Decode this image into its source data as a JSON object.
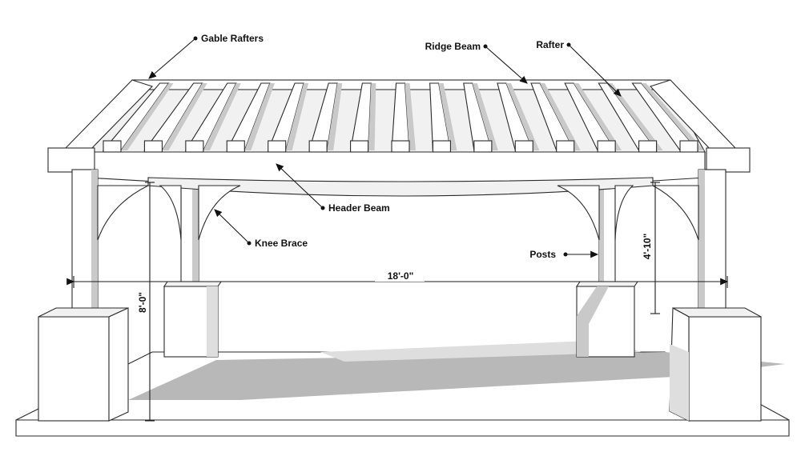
{
  "callouts": {
    "gable_rafters": "Gable Rafters",
    "ridge_beam": "Ridge Beam",
    "rafter": "Rafter",
    "header_beam": "Header Beam",
    "knee_brace": "Knee Brace",
    "posts": "Posts"
  },
  "dimensions": {
    "width": "18'-0\"",
    "height": "8'-0\"",
    "clearance": "4'-10\""
  }
}
